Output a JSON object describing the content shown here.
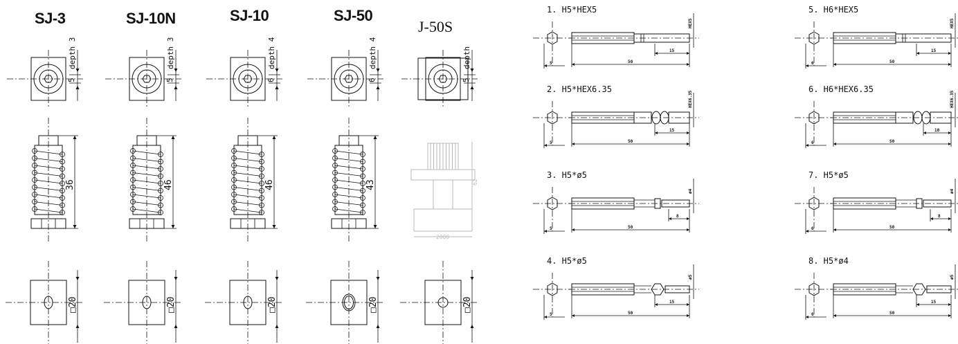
{
  "models": [
    {
      "name": "SJ-3",
      "depth_label": "depth 3",
      "bore": "5",
      "length": "36",
      "square": "□20"
    },
    {
      "name": "SJ-10N",
      "depth_label": "depth 3",
      "bore": "5",
      "length": "46",
      "square": "□20"
    },
    {
      "name": "SJ-10",
      "depth_label": "depth 4",
      "bore": "6",
      "length": "46",
      "square": "□20"
    },
    {
      "name": "SJ-50",
      "depth_label": "depth 4",
      "bore": "6",
      "length": "43",
      "square": "□20"
    },
    {
      "name": "J-50S",
      "depth_label": "depth",
      "bore": "5",
      "length": "62",
      "square": "□20",
      "base_label": "2000"
    }
  ],
  "bits": [
    {
      "title": "1. H5*HEX5",
      "side_label": "HEX5",
      "tip": "15",
      "total": "50",
      "shank": "5"
    },
    {
      "title": "2. H5*HEX6.35",
      "side_label": "HEX6.35",
      "tip": "15",
      "total": "50",
      "shank": "5"
    },
    {
      "title": "3. H5*ø5",
      "side_label": "ø4",
      "tip": "8",
      "total": "50",
      "shank": "5"
    },
    {
      "title": "4. H5*ø5",
      "side_label": "ø5",
      "tip": "15",
      "total": "50",
      "shank": "5"
    },
    {
      "title": "5. H6*HEX5",
      "side_label": "HEX5",
      "tip": "15",
      "total": "50",
      "shank": "6"
    },
    {
      "title": "6. H6*HEX6.35",
      "side_label": "HEX6.35",
      "tip": "10",
      "total": "50",
      "shank": "6"
    },
    {
      "title": "7. H5*ø5",
      "side_label": "ø4",
      "tip": "8",
      "total": "50",
      "shank": "6"
    },
    {
      "title": "8. H5*ø4",
      "side_label": "ø5",
      "tip": "15",
      "total": "50",
      "shank": "6"
    }
  ]
}
